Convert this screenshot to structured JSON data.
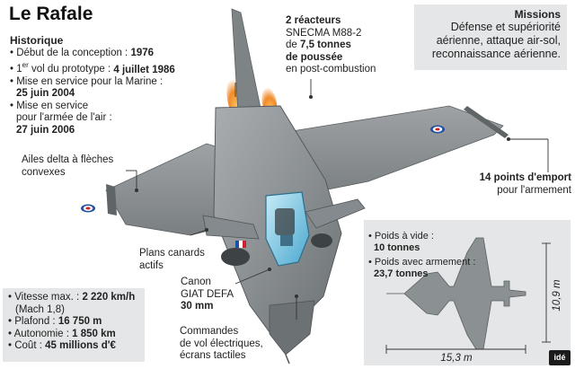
{
  "title": "Le Rafale",
  "history": {
    "heading": "Historique",
    "items": [
      {
        "lines": [
          "• Début de la conception : "
        ],
        "value": "1976"
      },
      {
        "lines": [
          "• 1er vol du prototype : "
        ],
        "value": "4 juillet 1986"
      },
      {
        "lines": [
          "• Mise en service pour la Marine :"
        ],
        "value": "25 juin 2004"
      },
      {
        "lines": [
          "• Mise en service",
          "pour l'armée de l'air :"
        ],
        "value": "27 juin 2006"
      }
    ]
  },
  "missions": {
    "heading": "Missions",
    "lines": [
      "Défense et supériorité",
      "aérienne, attaque air-sol,",
      "reconnaissance aérienne."
    ]
  },
  "engines": {
    "line1": "2 réacteurs",
    "line2": "SNECMA M88-2",
    "line3_prefix": "de ",
    "line3_value": "7,5 tonnes",
    "line4": "de poussée",
    "line5": "en post-combustion"
  },
  "wings": {
    "line1": "Ailes delta à flèches",
    "line2": "convexes"
  },
  "canards": {
    "line1": "Plans canards",
    "line2": "actifs"
  },
  "canon": {
    "line1": "Canon",
    "line2": "GIAT DEFA",
    "line3": "30 mm"
  },
  "controls": {
    "line1": "Commandes",
    "line2": "de vol électriques,",
    "line3": "écrans tactiles"
  },
  "hardpoints": {
    "line1": "14 points d'emport",
    "line2": "pour l'armement"
  },
  "stats": {
    "rows": [
      {
        "label": "• Vitesse max. : ",
        "value": "2 220 km/h"
      },
      {
        "label": "(Mach 1,8)",
        "value": ""
      },
      {
        "label": "• Plafond : ",
        "value": "16 750 m"
      },
      {
        "label": "• Autonomie : ",
        "value": "1 850 km"
      },
      {
        "label": "• Coût : ",
        "value": "45 millions d'€"
      }
    ]
  },
  "weights": {
    "empty_label": "• Poids à vide :",
    "empty_value": "10 tonnes",
    "armed_label": "• Poids avec armement :",
    "armed_value": "23,7 tonnes",
    "length": "15,3 m",
    "height": "10,9 m"
  },
  "credit": "idé",
  "colors": {
    "panel": "#e4e6e7",
    "jet": "#8f9497",
    "jet_dark": "#5f6467",
    "canopy": "#7ec8e3",
    "flame": "#f08a2a"
  }
}
